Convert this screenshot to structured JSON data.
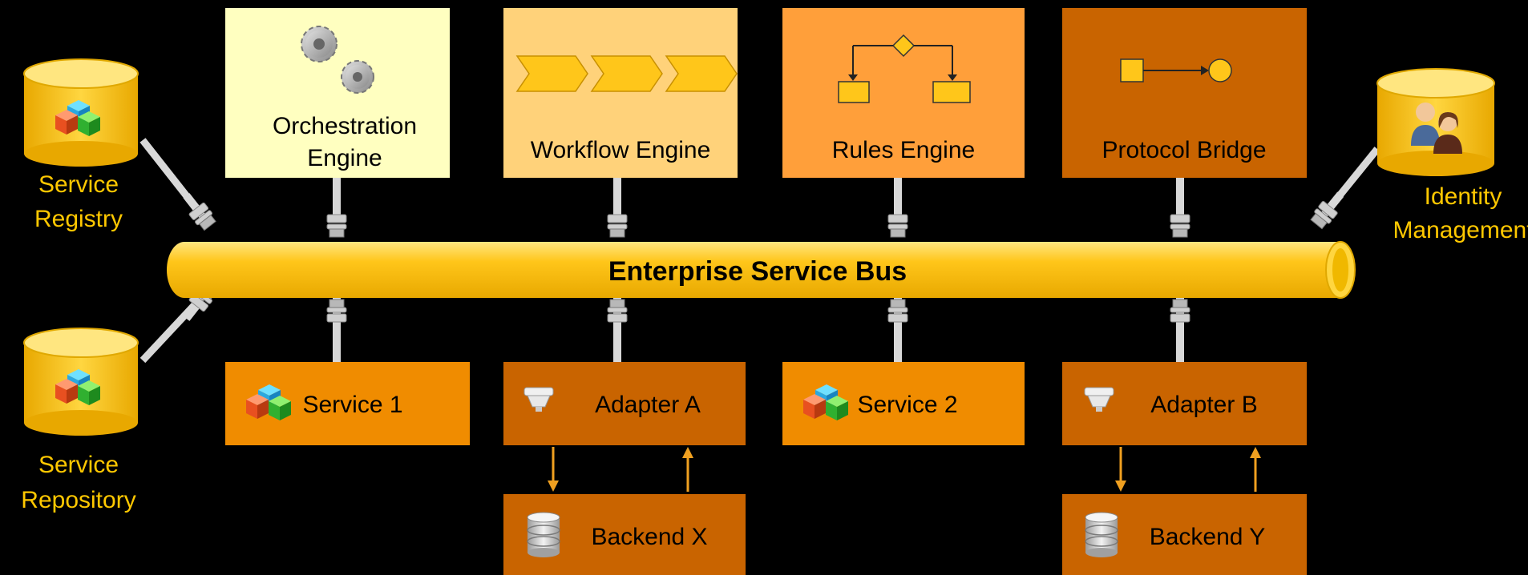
{
  "bus": {
    "label": "Enterprise Service Bus"
  },
  "top_components": [
    {
      "id": "orchestration",
      "line1": "Orchestration",
      "line2": "Engine",
      "icon": "gears-icon",
      "fill": "#FFFFC0"
    },
    {
      "id": "workflow",
      "line1": "Workflow Engine",
      "line2": "",
      "icon": "workflow-chevrons-icon",
      "fill": "#FFD27A"
    },
    {
      "id": "rules",
      "line1": "Rules Engine",
      "line2": "",
      "icon": "decision-flowchart-icon",
      "fill": "#FF9F3A"
    },
    {
      "id": "protocol",
      "line1": "Protocol Bridge",
      "line2": "",
      "icon": "square-to-circle-icon",
      "fill": "#C96400"
    }
  ],
  "bottom_components": [
    {
      "id": "service1",
      "label": "Service 1",
      "icon": "service-cubes-icon",
      "fill": "#F08C00"
    },
    {
      "id": "adapterA",
      "label": "Adapter A",
      "icon": "adapter-plug-icon",
      "fill": "#C96400"
    },
    {
      "id": "service2",
      "label": "Service 2",
      "icon": "service-cubes-icon",
      "fill": "#F08C00"
    },
    {
      "id": "adapterB",
      "label": "Adapter B",
      "icon": "adapter-plug-icon",
      "fill": "#C96400"
    }
  ],
  "backends": [
    {
      "id": "backendX",
      "label": "Backend X",
      "icon": "database-icon",
      "fill": "#C96400"
    },
    {
      "id": "backendY",
      "label": "Backend Y",
      "icon": "database-icon",
      "fill": "#C96400"
    }
  ],
  "side_stores": [
    {
      "id": "registry",
      "line1": "Service",
      "line2": "Registry",
      "icon": "service-cubes-icon"
    },
    {
      "id": "repository",
      "line1": "Service",
      "line2": "Repository",
      "icon": "service-cubes-icon"
    },
    {
      "id": "identity",
      "line1": "Identity",
      "line2": "Management",
      "icon": "users-icon"
    }
  ],
  "colors": {
    "background": "#000000",
    "label_yellow": "#FFC800",
    "bus_fill": "#FFC61A",
    "arrow": "#F0A020",
    "connector": "#D8D8D8"
  }
}
